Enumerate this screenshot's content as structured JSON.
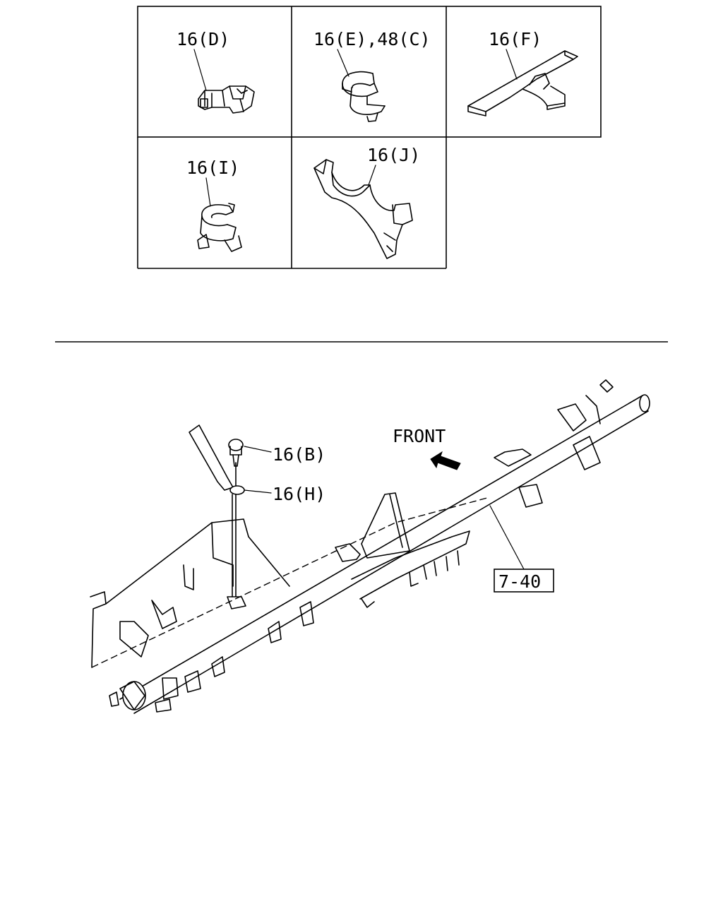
{
  "detail_labels": {
    "d": "16(D)",
    "e": "16(E),48(C)",
    "f": "16(F)",
    "i": "16(I)",
    "j": "16(J)"
  },
  "main_labels": {
    "b": "16(B)",
    "h": "16(H)",
    "front": "FRONT",
    "ref": "7-40"
  }
}
